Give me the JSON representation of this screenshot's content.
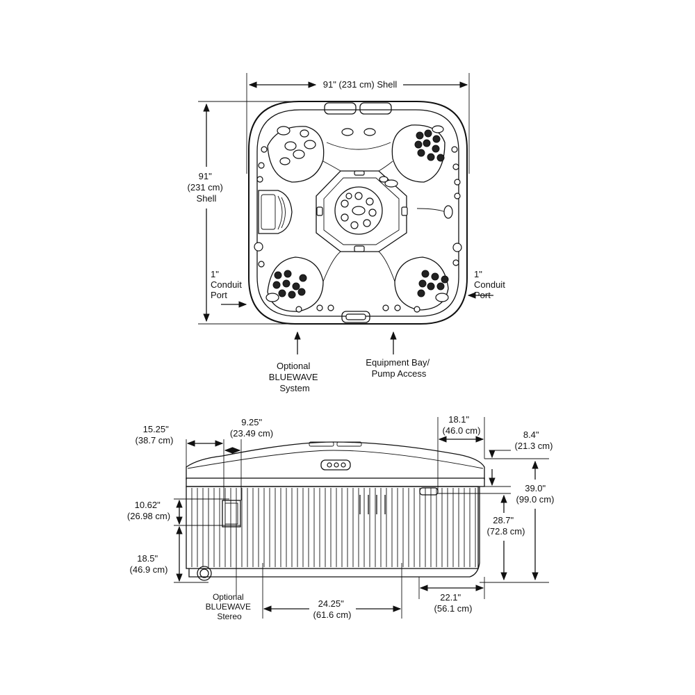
{
  "top_view": {
    "shell_width_label": "91\" (231 cm) Shell",
    "shell_depth_lines": [
      "91\"",
      "(231 cm)",
      "Shell"
    ],
    "conduit_left_lines": [
      "1\"",
      "Conduit",
      "Port"
    ],
    "conduit_right_lines": [
      "1\"",
      "Conduit",
      "Port"
    ],
    "bluewave_system_lines": [
      "Optional",
      "BLUEWAVE",
      "System"
    ],
    "equipment_bay_lines": [
      "Equipment Bay/",
      "Pump Access"
    ]
  },
  "side_view": {
    "dim_15_25": [
      "15.25\"",
      "(38.7 cm)"
    ],
    "dim_9_25": [
      "9.25\"",
      "(23.49 cm)"
    ],
    "dim_10_62": [
      "10.62\"",
      "(26.98 cm)"
    ],
    "dim_18_5": [
      "18.5\"",
      "(46.9 cm)"
    ],
    "stereo_lines": [
      "Optional",
      "BLUEWAVE",
      "Stereo"
    ],
    "dim_24_25": [
      "24.25\"",
      "(61.6 cm)"
    ],
    "dim_18_1": [
      "18.1\"",
      "(46.0 cm)"
    ],
    "dim_8_4": [
      "8.4\"",
      "(21.3 cm)"
    ],
    "dim_39_0": [
      "39.0\"",
      "(99.0 cm)"
    ],
    "dim_28_7": [
      "28.7\"",
      "(72.8 cm)"
    ],
    "dim_22_1": [
      "22.1\"",
      "(56.1 cm)"
    ]
  }
}
